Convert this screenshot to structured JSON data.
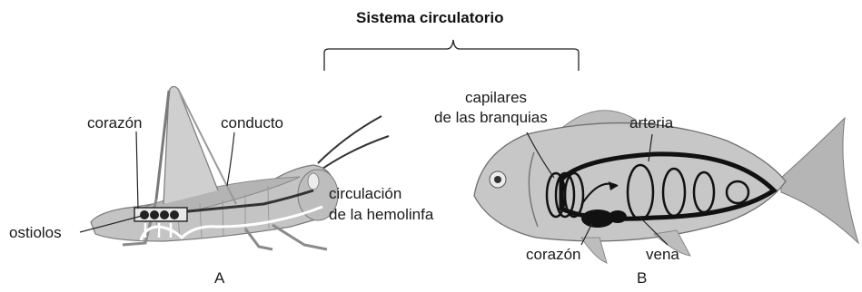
{
  "title": "Sistema circulatorio",
  "panel_a": {
    "letter": "A",
    "labels": {
      "heart": "corazón",
      "duct": "conducto",
      "ostioles": "ostiolos",
      "circulation_line1": "circulación",
      "circulation_line2": "de la hemolinfa"
    }
  },
  "panel_b": {
    "letter": "B",
    "labels": {
      "capillaries_line1": "capilares",
      "capillaries_line2": "de las branquias",
      "artery": "arteria",
      "heart": "corazón",
      "vein": "vena"
    }
  }
}
